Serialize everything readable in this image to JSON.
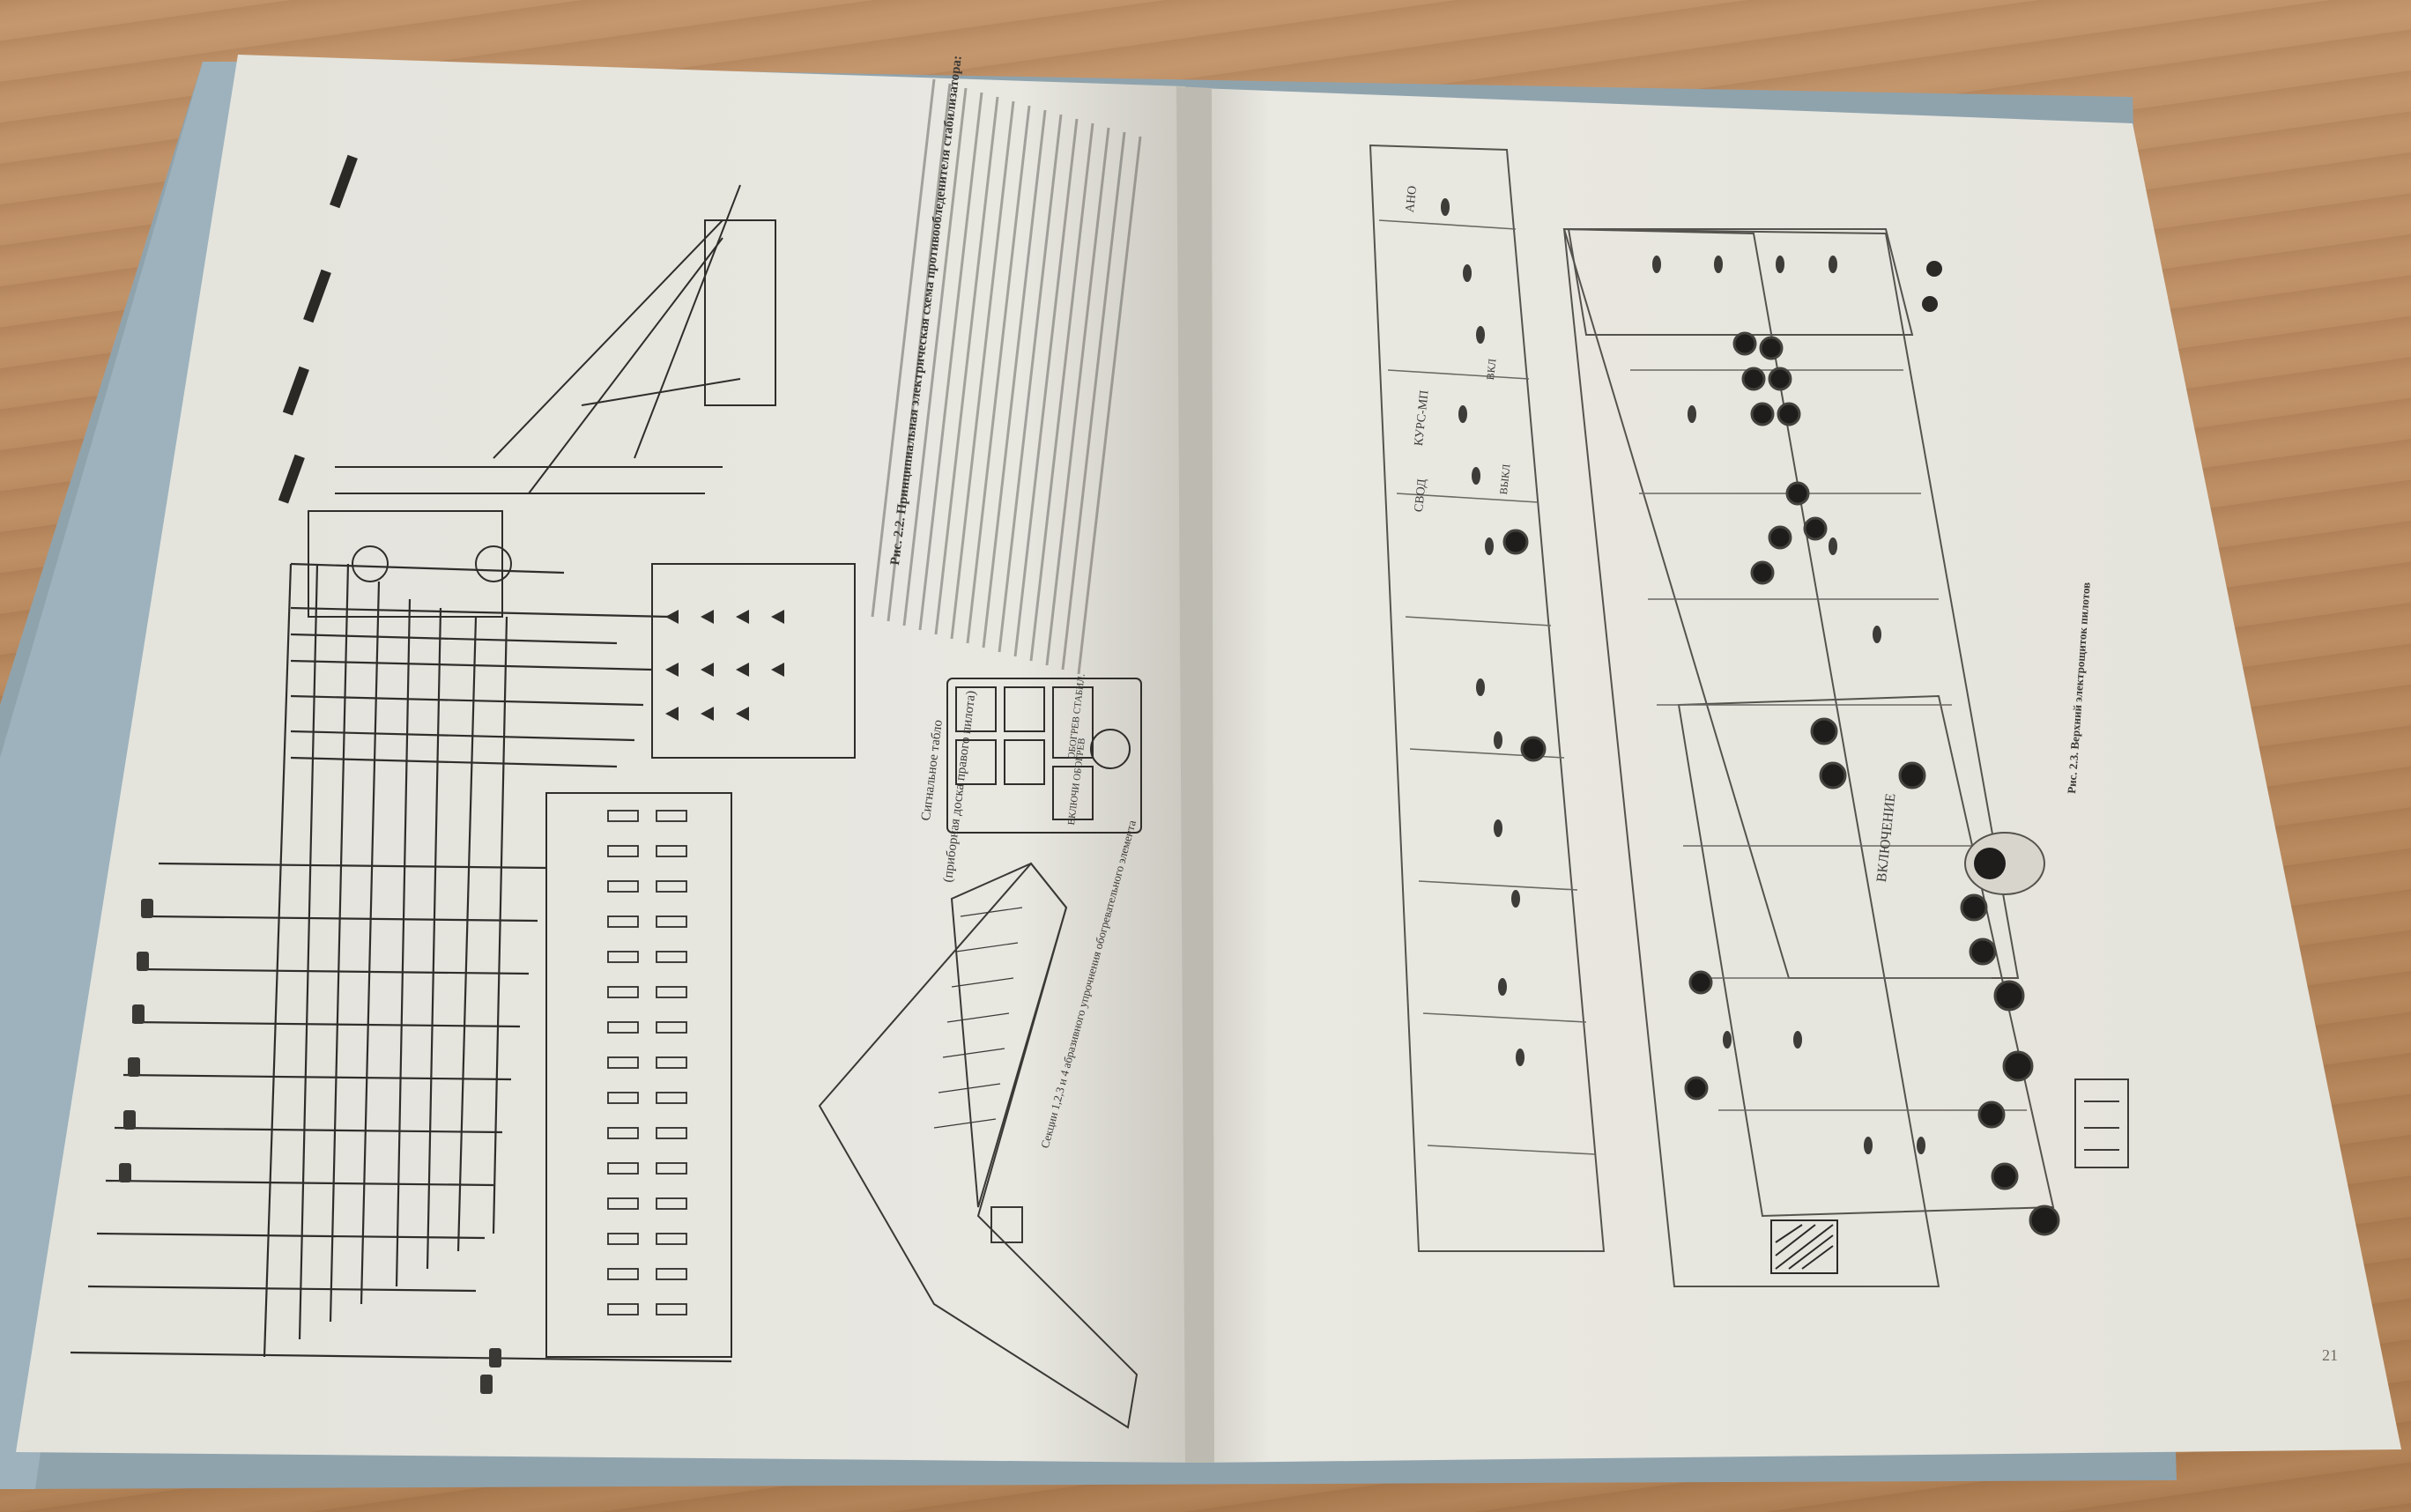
{
  "book": {
    "left_page": {
      "figure_caption": "Рис. 2.2. Принципиальная электрическая схема противообледенителя стабилизатора:",
      "panel_caption": "Сигнальное табло",
      "panel_subcaption": "(приборная доска правого пилота)",
      "panel_buttons": [
        "ОБОГРЕВ СТАБИЛ.",
        "ВКЛЮЧИ ОБОГРЕВ"
      ],
      "stab_caption": "Секции 1,2,3 и 4 абразивного упрочнения обогревательного элемента"
    },
    "right_page": {
      "figure_caption": "Рис. 2.3. Верхний электрощиток пилотов",
      "panel_labels": [
        "ВКЛ",
        "ВЫКЛ",
        "КУРС-МП",
        "СВОД",
        "АНО",
        "ВКЛЮЧЕНИЕ"
      ],
      "page_number": "21"
    }
  },
  "colors": {
    "paper": "#e7e6df",
    "ink": "#2b2a27",
    "cover": "#93a8b3",
    "table": "#b98a5c"
  }
}
